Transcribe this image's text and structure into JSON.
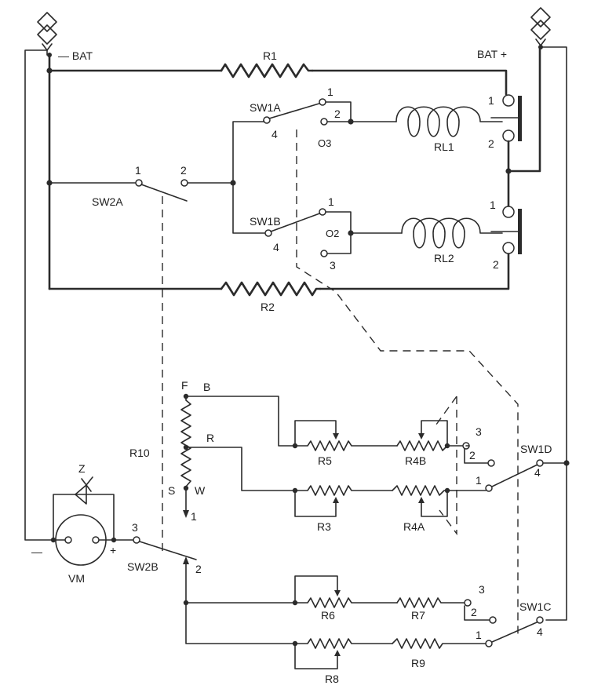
{
  "labels": {
    "bat_neg": "— BAT",
    "bat_pos": "BAT +",
    "r1": "R1",
    "r2": "R2",
    "r3": "R3",
    "r4a": "R4A",
    "r4b": "R4B",
    "r5": "R5",
    "r6": "R6",
    "r7": "R7",
    "r8": "R8",
    "r9": "R9",
    "r10": "R10",
    "rl1": "RL1",
    "rl2": "RL2",
    "sw1a": "SW1A",
    "sw1b": "SW1B",
    "sw1c": "SW1C",
    "sw1d": "SW1D",
    "sw2a": "SW2A",
    "sw2b": "SW2B",
    "vm": "VM",
    "z": "Z",
    "minus": "—",
    "plus": "+",
    "f": "F",
    "b": "B",
    "r": "R",
    "s": "S",
    "w": "W",
    "n1": "1",
    "n2": "2",
    "n3": "3",
    "n4": "4",
    "o2": "O2",
    "o3": "O3"
  }
}
